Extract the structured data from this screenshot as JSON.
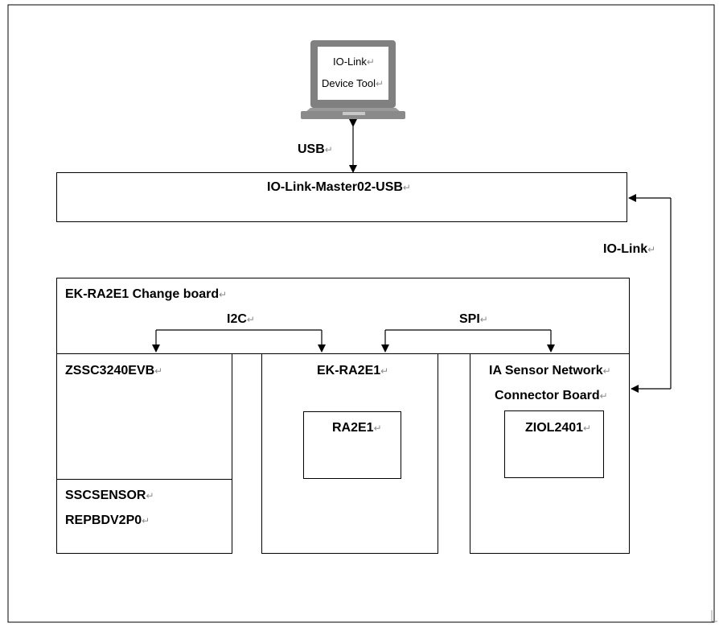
{
  "laptop": {
    "line1": "IO-Link",
    "line2": "Device Tool"
  },
  "links": {
    "usb": "USB",
    "io_link": "IO-Link",
    "i2c": "I2C",
    "spi": "SPI"
  },
  "master": {
    "title": "IO-Link-Master02-USB"
  },
  "change_board": {
    "title": "EK-RA2E1 Change board"
  },
  "zssc": {
    "title": "ZSSC3240EVB"
  },
  "sscsensor": {
    "line1": "SSCSENSOR",
    "line2": "REPBDV2P0"
  },
  "ek": {
    "title": "EK-RA2E1",
    "chip": "RA2E1"
  },
  "ia": {
    "line1": "IA Sensor Network",
    "line2": "Connector Board",
    "chip": "ZIOL2401"
  },
  "paragraph_mark": "↵"
}
